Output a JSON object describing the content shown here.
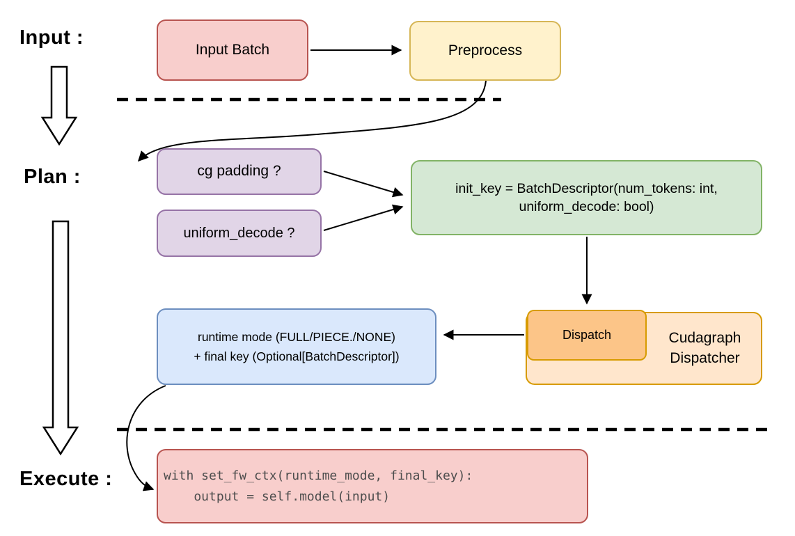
{
  "stages": {
    "input_label": "Input :",
    "plan_label": "Plan :",
    "execute_label": "Execute :"
  },
  "nodes": {
    "input_batch": "Input Batch",
    "preprocess": "Preprocess",
    "cg_padding": "cg padding ?",
    "uniform_decode": "uniform_decode ?",
    "init_key": "init_key = BatchDescriptor(num_tokens: int,\nuniform_decode: bool)",
    "dispatch": "Dispatch",
    "cudagraph_dispatcher": "Cudagraph\nDispatcher",
    "runtime_mode": "runtime mode (FULL/PIECE./NONE)\n+ final key (Optional[BatchDescriptor])",
    "execute_code": "with set_fw_ctx(runtime_mode, final_key):\n    output = self.model(input)"
  },
  "colors": {
    "red_fill": "#f8cecc",
    "red_stroke": "#b85450",
    "yellow_fill": "#fff2cc",
    "yellow_stroke": "#d6b656",
    "purple_fill": "#e1d5e7",
    "purple_stroke": "#9673a6",
    "green_fill": "#d5e8d4",
    "green_stroke": "#82b366",
    "blue_fill": "#dae8fc",
    "blue_stroke": "#6c8ebf",
    "orange_fill": "#ffe6cc",
    "orange_stroke": "#d79b00",
    "dispatch_fill": "#fcc588",
    "connector_color": "#000000",
    "code_text_color": "#4d4d4d"
  }
}
